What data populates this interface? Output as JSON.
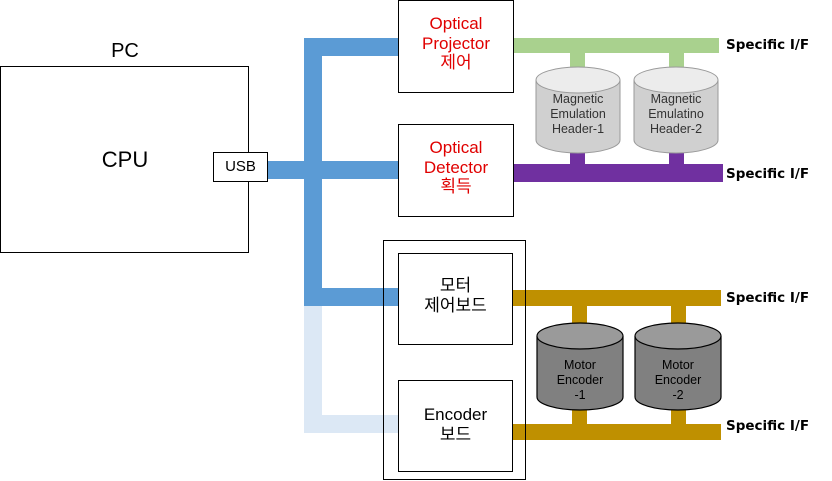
{
  "pc": {
    "title": "PC",
    "cpu_label": "CPU",
    "usb_label": "USB"
  },
  "optical_projector": {
    "lines": [
      "Optical",
      "Projector",
      "제어"
    ]
  },
  "optical_detector": {
    "lines": [
      "Optical",
      "Detector",
      "획득"
    ]
  },
  "motor_board": {
    "lines": [
      "모터",
      "제어보드"
    ]
  },
  "encoder_board": {
    "lines": [
      "Encoder",
      "보드"
    ]
  },
  "magnetic_headers": [
    {
      "lines": [
        "Magnetic",
        "Emulation",
        "Header-1"
      ]
    },
    {
      "lines": [
        "Magnetic",
        "Emulatino",
        "Header-2"
      ]
    }
  ],
  "motor_encoders": [
    {
      "lines": [
        "Motor",
        "Encoder",
        "-1"
      ]
    },
    {
      "lines": [
        "Motor",
        "Encoder",
        "-2"
      ]
    }
  ],
  "interfaces": [
    "Specific I/F",
    "Specific I/F",
    "Specific I/F",
    "Specific I/F"
  ],
  "colors": {
    "usb_bus": "#5b9bd5",
    "usb_bus_light": "#dce8f5",
    "projector_bus": "#a9d18e",
    "detector_bus": "#7030a0",
    "motor_bus": "#bf9000",
    "red_text": "#e00000",
    "cyl_light_top": "#ececec",
    "cyl_light_body": "#d0d0d0",
    "cyl_dark_top": "#9a9a9a",
    "cyl_dark_body": "#808080"
  }
}
